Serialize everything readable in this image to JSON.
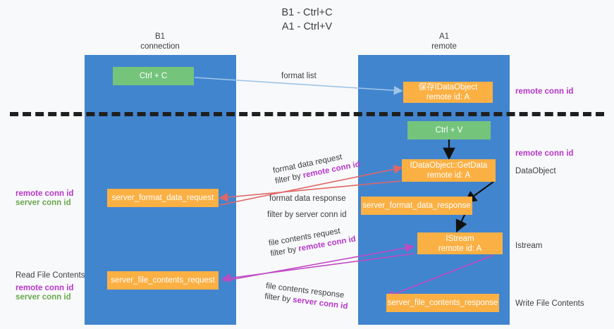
{
  "title": {
    "line1": "B1 - Ctrl+C",
    "line2": "A1 - Ctrl+V"
  },
  "columns": {
    "left": {
      "name": "B1",
      "role": "connection"
    },
    "right": {
      "name": "A1",
      "role": "remote"
    }
  },
  "colors": {
    "column": "#4285cf",
    "action_box": "#74c47c",
    "server_box": "#fbb044",
    "remote_conn_id": "#b636c9",
    "server_conn_id": "#6aa84f",
    "arrow_format_list": "#9fc5e8",
    "arrow_format_data": "#e06666",
    "arrow_file_contents": "#c04ac4",
    "arrow_local": "#000000",
    "divider": "#1f1f1f",
    "background": "#f8f9fa"
  },
  "boxes": {
    "ctrl_c": {
      "label": "Ctrl + C"
    },
    "save_idataobject": {
      "line1": "保存IDataObject",
      "line2": "remote id: A"
    },
    "ctrl_v": {
      "label": "Ctrl + V"
    },
    "idataobject_getdata": {
      "line1": "IDataObject::GetData",
      "line2": "remote id: A"
    },
    "server_format_data_request": {
      "label": "server_format_data_request"
    },
    "server_format_data_response": {
      "label": "server_format_data_response"
    },
    "istream": {
      "line1": "IStream",
      "line2": "remote id: A"
    },
    "server_file_contents_request": {
      "label": "server_file_contents_request"
    },
    "server_file_contents_response": {
      "label": "server_file_contents_response"
    }
  },
  "arrow_labels": {
    "format_list": "format list",
    "format_data_request": "format data request",
    "format_data_request_filter_prefix": "filter by ",
    "format_data_request_filter_key": "remote conn id",
    "format_data_response": "format data response",
    "format_data_response_filter_prefix": "filter by ",
    "format_data_response_filter_key": "server conn id",
    "file_contents_request": "file contents request",
    "file_contents_request_filter_prefix": "filter by ",
    "file_contents_request_filter_key": "remote conn id",
    "file_contents_response": "file contents response",
    "file_contents_response_filter_prefix": "filter by ",
    "file_contents_response_filter_key": "server conn id"
  },
  "side_labels": {
    "right_top_remote_conn_id": "remote conn id",
    "right_mid_remote_conn_id": "remote conn id",
    "right_dataobject": "DataObject",
    "right_istream": "Istream",
    "right_write_file_contents": "Write File Contents",
    "left_remote_conn_id": "remote conn id",
    "left_server_conn_id": "server conn id",
    "left_read_file_contents": "Read File Contents",
    "left_bottom_remote_conn_id": "remote conn id",
    "left_bottom_server_conn_id": "server conn id"
  }
}
